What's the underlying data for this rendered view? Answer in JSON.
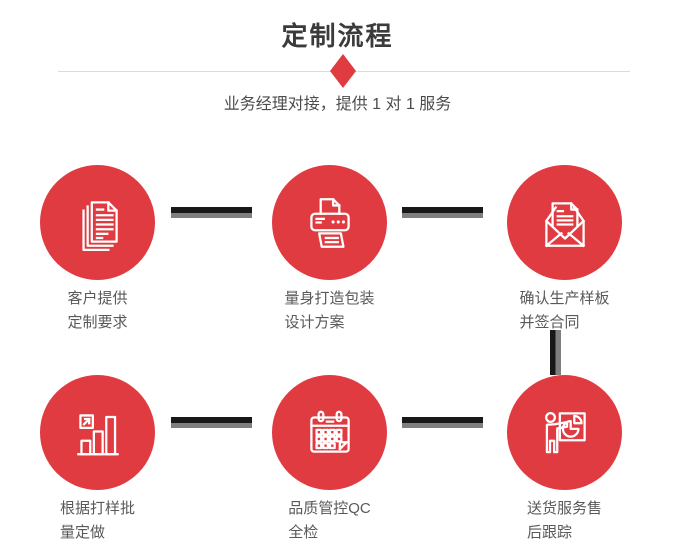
{
  "header": {
    "title": "定制流程",
    "subtitle": "业务经理对接，提供 1 对 1 服务"
  },
  "colors": {
    "accent_red": "#e03b41",
    "connector_dark": "#181818",
    "connector_gray": "#7f7f7f",
    "title_text": "#3b3b3b",
    "subtitle_text": "#4c4c4c",
    "label_text": "#595959",
    "divider_line": "#dcdcdc",
    "icon_stroke": "#ffffff"
  },
  "steps": [
    {
      "icon": "documents-icon",
      "label_line1": "客户提供",
      "label_line2": "定制要求"
    },
    {
      "icon": "printer-icon",
      "label_line1": "量身打造包装",
      "label_line2": "设计方案"
    },
    {
      "icon": "envelope-icon",
      "label_line1": "确认生产样板",
      "label_line2": "并签合同"
    },
    {
      "icon": "bar-chart-icon",
      "label_line1": "根据打样批",
      "label_line2": "量定做"
    },
    {
      "icon": "calendar-icon",
      "label_line1": "品质管控QC",
      "label_line2": "全检"
    },
    {
      "icon": "presentation-icon",
      "label_line1": "送货服务售",
      "label_line2": "后跟踪"
    }
  ],
  "connectors": {
    "step1_to_step2": "horizontal",
    "step2_to_step3": "horizontal",
    "step3_to_step6": "vertical",
    "step4_to_step5": "horizontal",
    "step5_to_step6": "horizontal"
  }
}
